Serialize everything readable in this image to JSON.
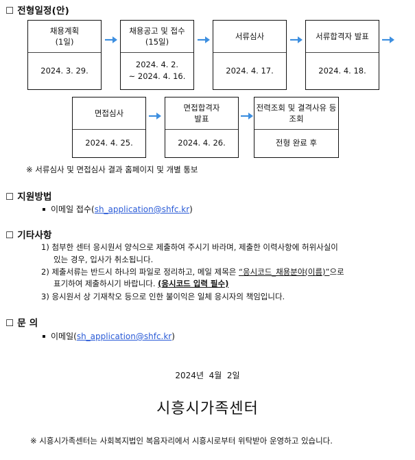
{
  "sections": {
    "schedule_title": "☐ 전형일정(안)",
    "apply_title": "☐ 지원방법",
    "other_title": "☐ 기타사항",
    "inquiry_title": "☐ 문  의"
  },
  "schedule": {
    "steps": [
      {
        "top": [
          "채용계획",
          "(1일)"
        ],
        "bottom": [
          "2024. 3. 29."
        ]
      },
      {
        "top": [
          "채용공고 및 접수",
          "(15일)"
        ],
        "bottom": [
          "2024. 4. 2.",
          "~ 2024. 4. 16."
        ]
      },
      {
        "top": [
          "서류심사"
        ],
        "bottom": [
          "2024. 4. 17."
        ]
      },
      {
        "top": [
          "서류합격자 발표"
        ],
        "bottom": [
          "2024. 4. 18."
        ]
      },
      {
        "top": [
          "면접심사"
        ],
        "bottom": [
          "2024. 4. 25."
        ]
      },
      {
        "top": [
          "면접합격자",
          "발표"
        ],
        "bottom": [
          "2024. 4. 26."
        ]
      },
      {
        "top": [
          "전력조회 및 결격사유 등",
          "조회"
        ],
        "bottom": [
          "전형 완료 후"
        ]
      }
    ],
    "note": "※ 서류심사 및 면접심사 결과 홈페이지 및 개별 통보"
  },
  "apply": {
    "prefix": "이메일 접수(",
    "email": "sh_application@shfc.kr",
    "suffix": ")"
  },
  "other": {
    "item1_line1": "1) 첨부한 센터 응시원서 양식으로 제출하여 주시기 바라며, 제출한 이력사항에 허위사실이",
    "item1_line2": "있는 경우, 입사가 취소됩니다.",
    "item2_line1_a": "2) 제출서류는 반드시 하나의 파일로 정리하고, 메일 제목은 ",
    "item2_line1_u": "“응시코드_채용분야(이름)”",
    "item2_line1_b": "으로",
    "item2_line2_a": "표기하여 제출하시기 바랍니다. ",
    "item2_line2_b": "(응시코드 입력 필수)",
    "item3": "3) 응시원서 상 기재착오 등으로 인한 불이익은 일체 응시자의 책임입니다."
  },
  "inquiry": {
    "prefix": "이메일(",
    "email": "sh_application@shfc.kr",
    "suffix": ")"
  },
  "date": "2024년  4월  2일",
  "org_name": "시흥시가족센터",
  "footer_note": "※ 시흥시가족센터는 사회복지법인 복음자리에서 시흥시로부터 위탁받아 운영하고 있습니다."
}
